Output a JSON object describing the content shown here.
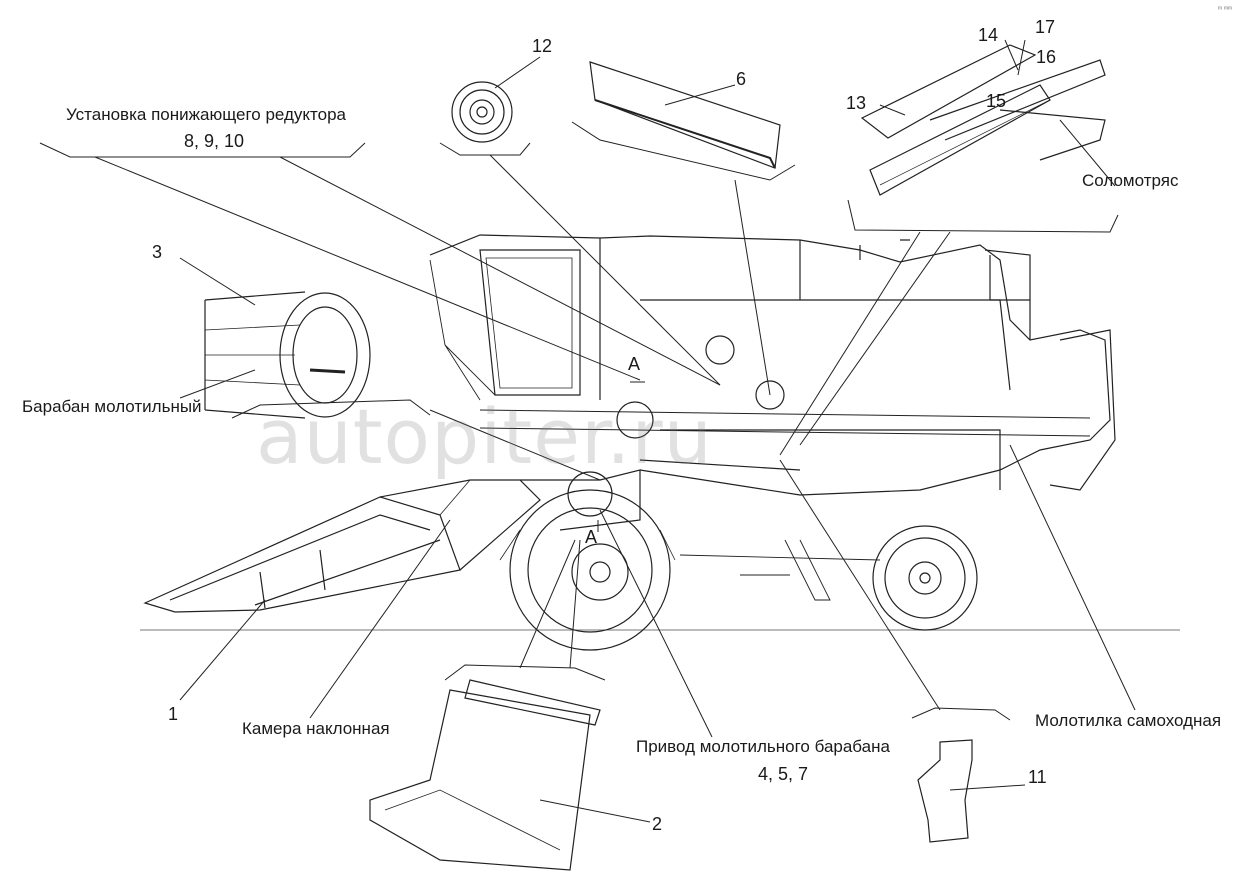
{
  "labels": {
    "reducer_title": "Установка понижающего редуктора",
    "reducer_nums": "8, 9, 10",
    "drum_name": "Барабан молотильный",
    "straw_walker": "Соломотряс",
    "inclined_chamber": "Камера наклонная",
    "drum_drive": "Привод молотильного барабана",
    "drum_drive_nums": "4, 5, 7",
    "thresher": "Молотилка самоходная"
  },
  "callouts": {
    "n1": "1",
    "n2": "2",
    "n3": "3",
    "n6": "6",
    "n11": "11",
    "n12": "12",
    "n13": "13",
    "n14": "14",
    "n15": "15",
    "n16": "16",
    "n17": "17",
    "view_a_top": "А",
    "view_a_bottom": "А"
  },
  "watermark": "autopiter.ru",
  "corner_mark": "ᵐ ᵐᵐ"
}
